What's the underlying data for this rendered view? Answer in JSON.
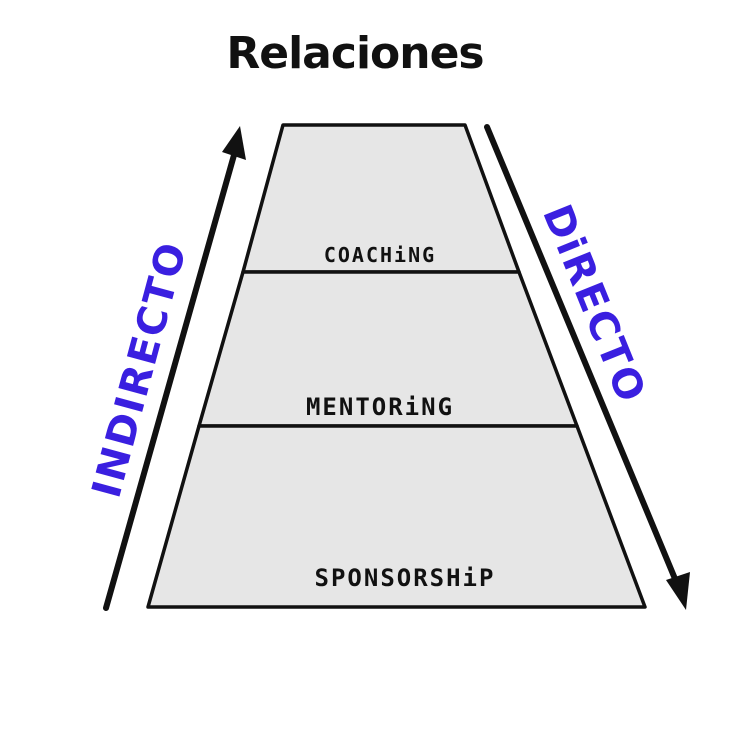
{
  "diagram": {
    "title": "Relaciones",
    "layers": [
      {
        "label": "COACHiNG"
      },
      {
        "label": "MENTORiNG"
      },
      {
        "label": "SPONSORSHiP"
      }
    ],
    "left_arrow": {
      "label": "INDIRECTO",
      "direction": "up"
    },
    "right_arrow": {
      "label": "DiRECTO",
      "direction": "down"
    },
    "colors": {
      "layer_fill": "#e6e6e6",
      "outline": "#111111",
      "side_label": "#3a1fe0",
      "text": "#111111",
      "background": "#ffffff"
    }
  }
}
